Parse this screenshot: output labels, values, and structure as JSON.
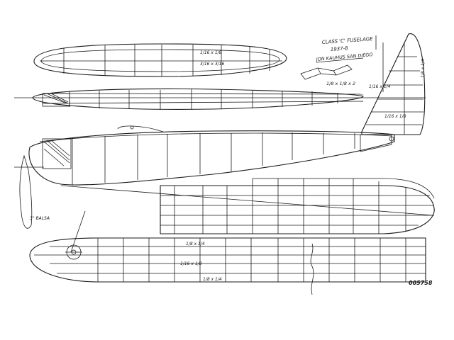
{
  "notes": {
    "title_line1": "CLASS 'C' FUSELAGE",
    "title_line2": "1937-8",
    "designer": "JON KAUHUS SAN DIEGO",
    "section_dims": "1/8 x 1/8 x 2",
    "spar_size": "3/16 x 3/16",
    "strip_top": "1/16 x 1/8",
    "strip_mid": "1/16 x 1/4",
    "tail_strip": "1/16 x 1/4",
    "tail_note": "1/16 x 1/8",
    "tail_upper": "1/8 x 1/4",
    "prop_label": "3\" BALSA",
    "lower_note1": "1/8 x 1/4",
    "lower_note2": "1/16 x 1/8",
    "lower_note3": "1/8 x 1/4",
    "drawing_number": "005758"
  },
  "colors": {
    "ink": "#1a1a1a",
    "paper": "#ffffff"
  }
}
